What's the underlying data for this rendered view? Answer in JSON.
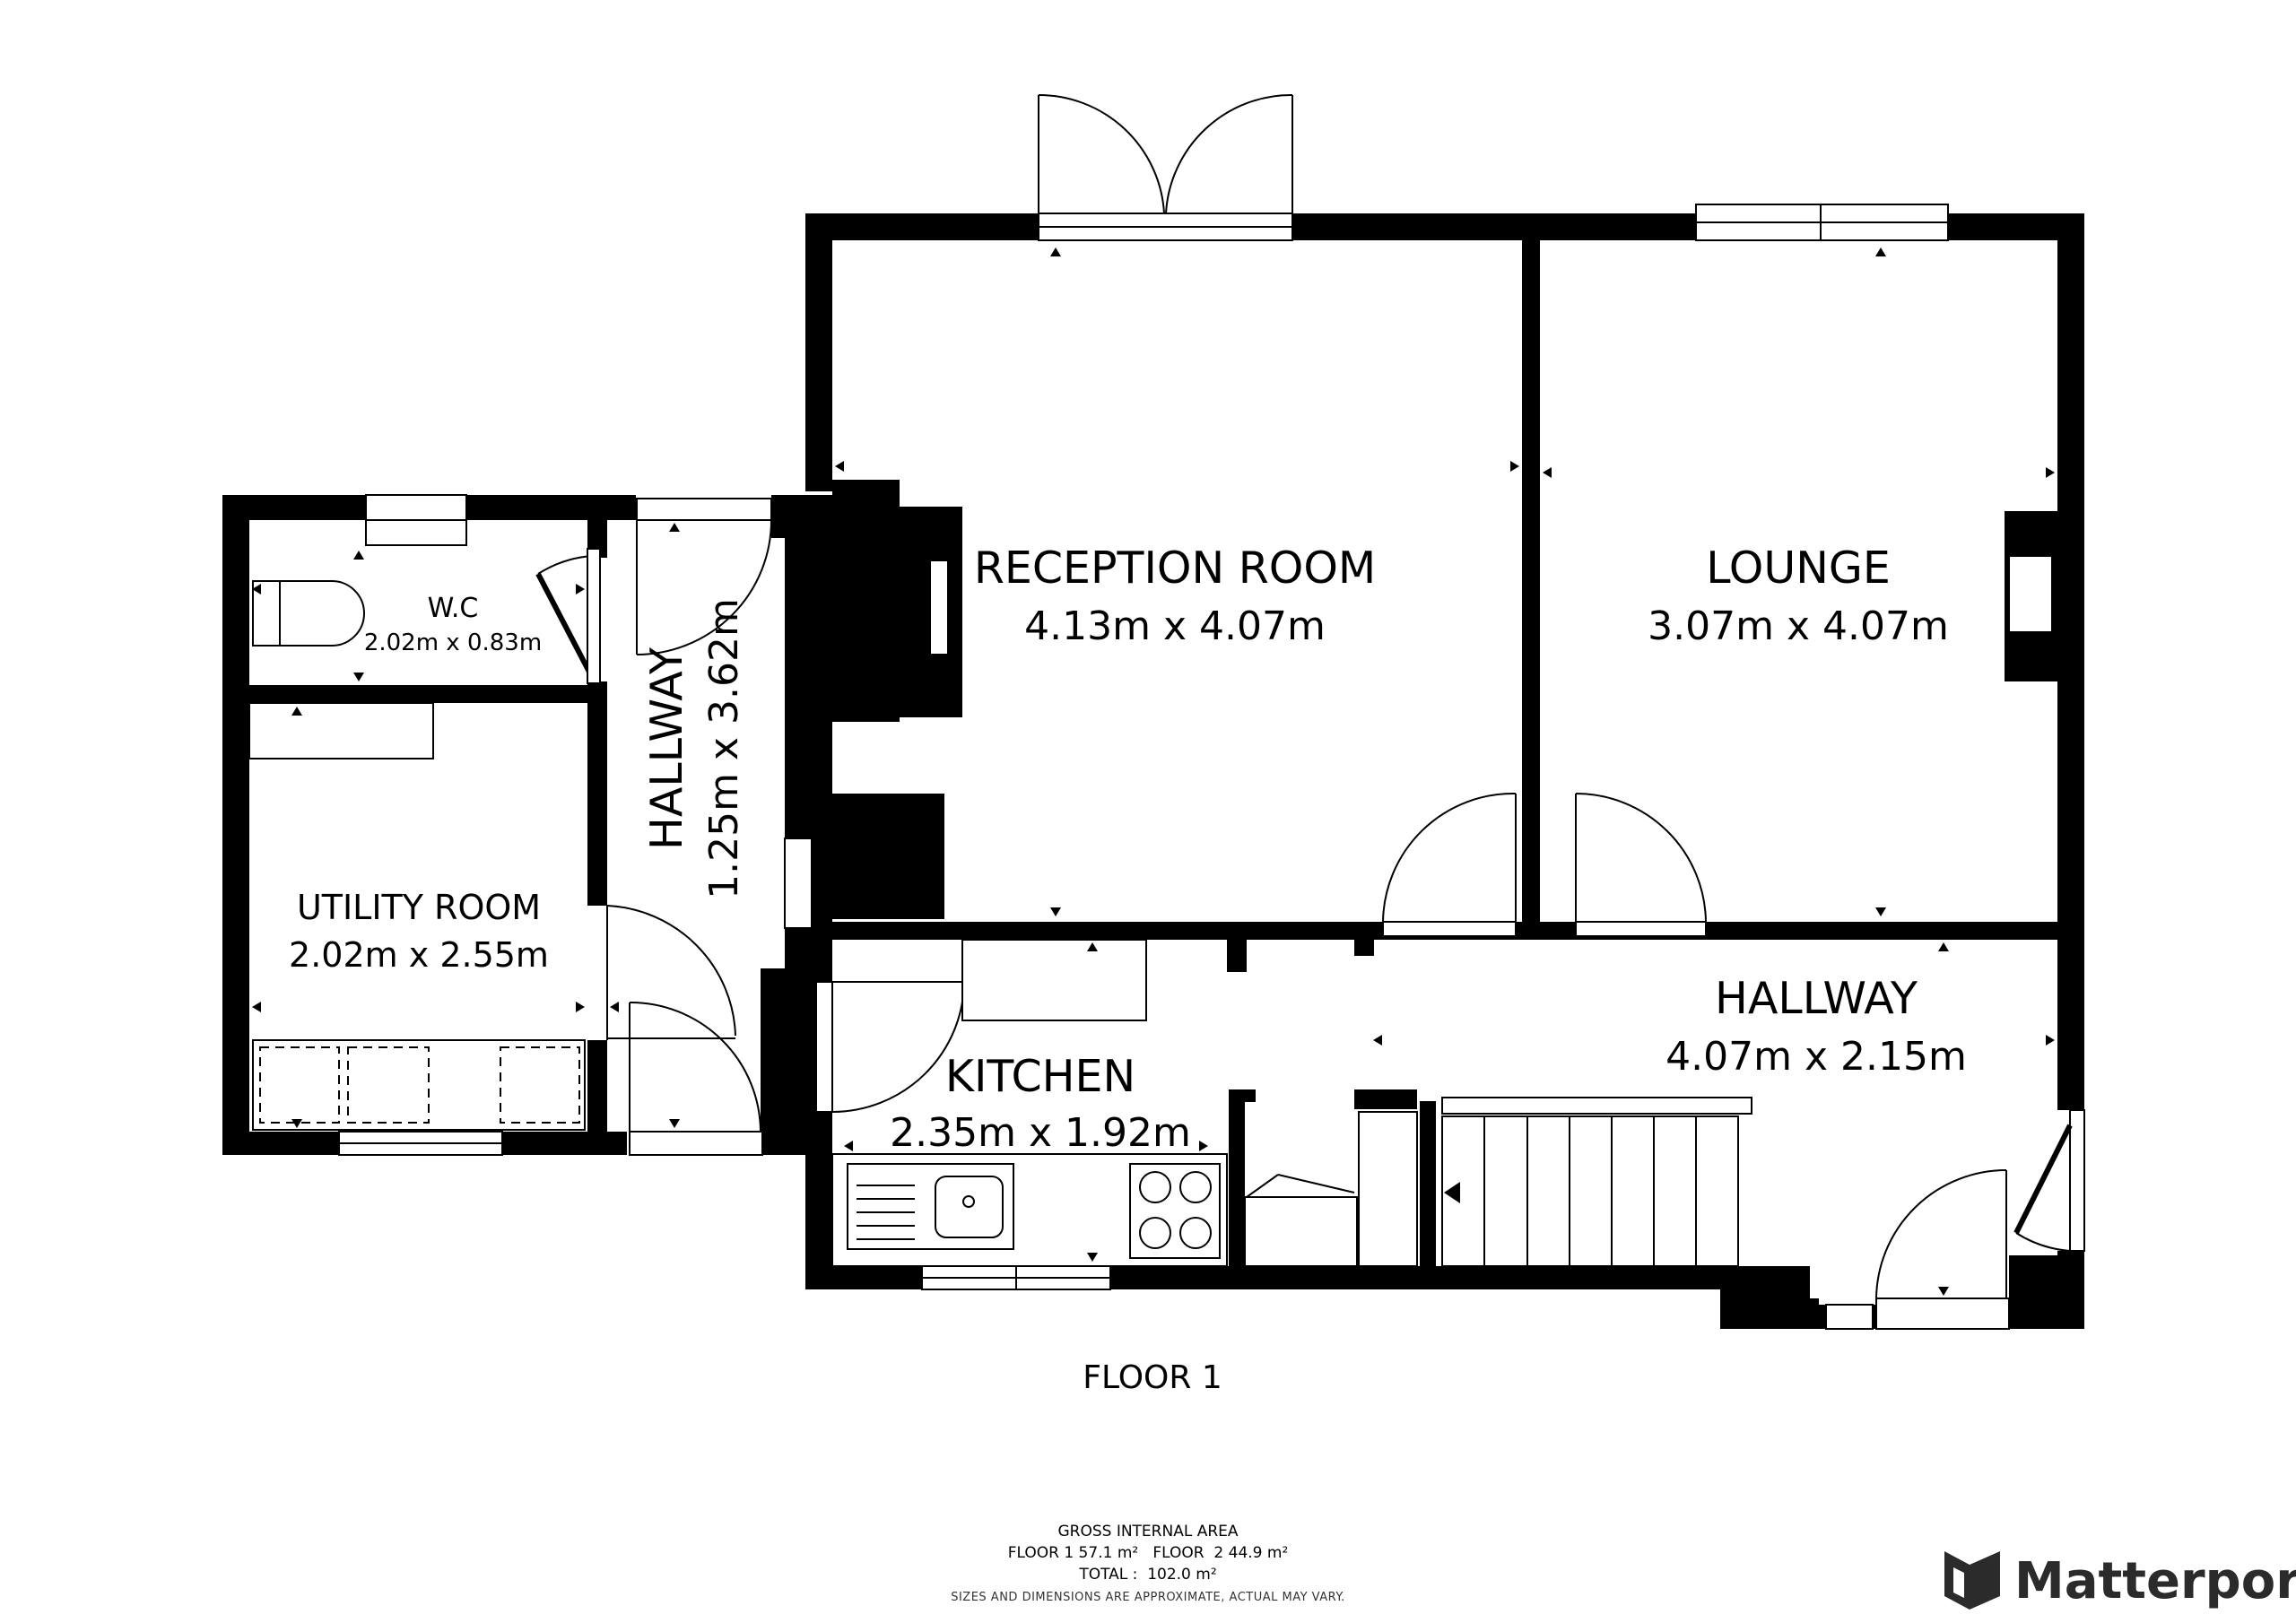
{
  "rooms": {
    "reception": {
      "name": "RECEPTION ROOM",
      "dims": "4.13m x 4.07m"
    },
    "lounge": {
      "name": "LOUNGE",
      "dims": "3.07m x 4.07m"
    },
    "wc": {
      "name": "W.C",
      "dims": "2.02m x 0.83m"
    },
    "utility": {
      "name": "UTILITY ROOM",
      "dims": "2.02m x 2.55m"
    },
    "hallway_side": {
      "name": "HALLWAY",
      "dims": "1.25m x 3.62m"
    },
    "kitchen": {
      "name": "KITCHEN",
      "dims": "2.35m x 1.92m"
    },
    "hallway_main": {
      "name": "HALLWAY",
      "dims": "4.07m x 2.15m"
    }
  },
  "floor_label": "FLOOR 1",
  "area": {
    "heading": "GROSS INTERNAL AREA",
    "floors": "FLOOR 1 57.1 m²   FLOOR  2 44.9 m²",
    "total": "TOTAL :  102.0 m²",
    "disclaimer": "SIZES AND DIMENSIONS ARE APPROXIMATE, ACTUAL MAY VARY."
  },
  "brand": {
    "name": "Matterport"
  },
  "colors": {
    "walls": "#000000",
    "background": "#ffffff",
    "brand": "#2b2b2b"
  }
}
